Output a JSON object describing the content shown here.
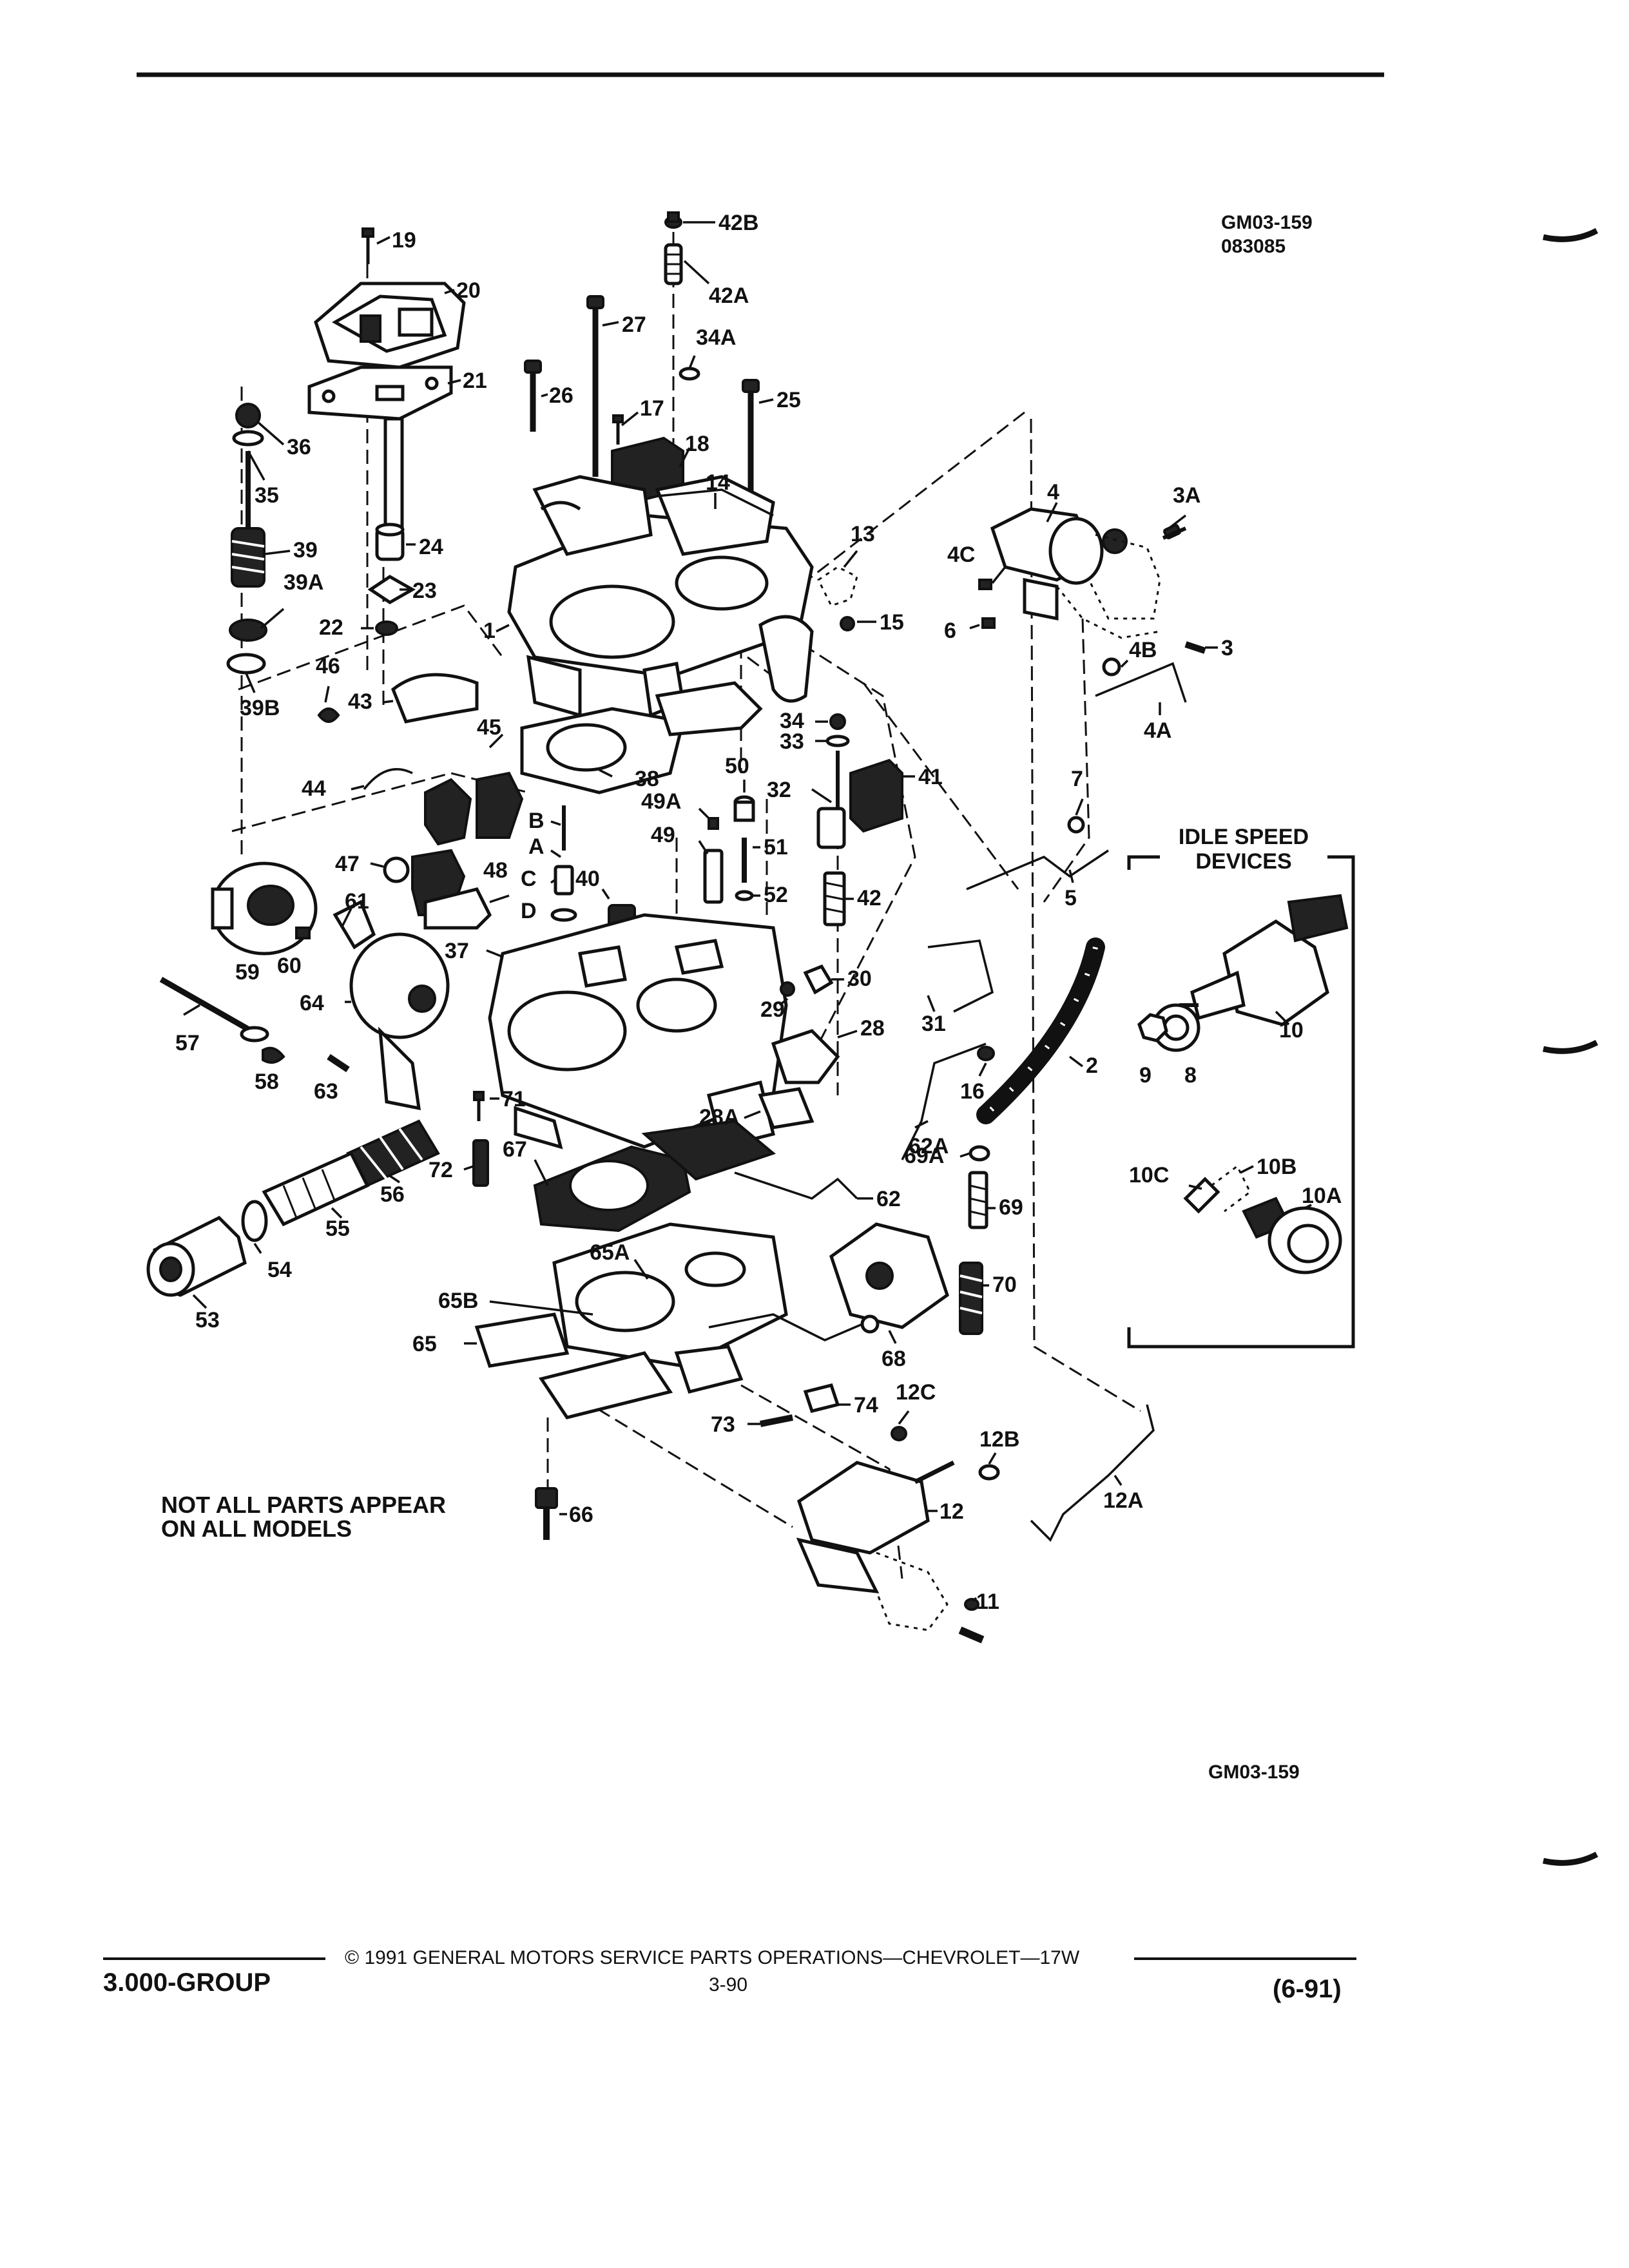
{
  "header": {
    "figure_code": "GM03-159",
    "figure_date": "083085"
  },
  "idle_box": {
    "title_line1": "IDLE SPEED",
    "title_line2": "DEVICES"
  },
  "note": {
    "line1": "NOT ALL PARTS APPEAR",
    "line2": "ON ALL MODELS"
  },
  "figure_code_bottom": "GM03-159",
  "footer": {
    "copyright": "© 1991 GENERAL MOTORS SERVICE PARTS OPERATIONS—CHEVROLET—17W",
    "group": "3.000-GROUP",
    "page": "3-90",
    "date": "(6-91)"
  },
  "callouts": {
    "c19": "19",
    "c20": "20",
    "c21": "21",
    "c36": "36",
    "c35": "35",
    "c39": "39",
    "c39a": "39A",
    "c39b": "39B",
    "c24": "24",
    "c23": "23",
    "c22": "22",
    "c42b": "42B",
    "c42a": "42A",
    "c27": "27",
    "c34a": "34A",
    "c26": "26",
    "c17": "17",
    "c25": "25",
    "c18": "18",
    "c14": "14",
    "c13": "13",
    "c1": "1",
    "c15": "15",
    "c4": "4",
    "c3a": "3A",
    "c4c": "4C",
    "c6": "6",
    "c4b": "4B",
    "c3": "3",
    "c4a": "4A",
    "c46": "46",
    "c43": "43",
    "c45": "45",
    "c34": "34",
    "c33": "33",
    "c44": "44",
    "c38": "38",
    "c50": "50",
    "c32": "32",
    "c41": "41",
    "c49a": "49A",
    "cB": "B",
    "cA": "A",
    "c49": "49",
    "c51": "51",
    "c7": "7",
    "c5": "5",
    "c47": "47",
    "c48": "48",
    "cC": "C",
    "c40": "40",
    "c52": "52",
    "c42": "42",
    "cD": "D",
    "c61": "61",
    "c59": "59",
    "c60": "60",
    "c37": "37",
    "c30": "30",
    "c29": "29",
    "c64": "64",
    "c57": "57",
    "c58": "58",
    "c63": "63",
    "c31": "31",
    "c28": "28",
    "c16": "16",
    "c2": "2",
    "c10": "10",
    "c9": "9",
    "c8": "8",
    "c71": "71",
    "c28a": "28A",
    "c62a": "62A",
    "c69a": "69A",
    "c72": "72",
    "c67": "67",
    "c56": "56",
    "c62": "62",
    "c69": "69",
    "c10c": "10C",
    "c10b": "10B",
    "c10a": "10A",
    "c55": "55",
    "c54": "54",
    "c53": "53",
    "c65a": "65A",
    "c70": "70",
    "c65b": "65B",
    "c65": "65",
    "c68": "68",
    "c12c": "12C",
    "c74": "74",
    "c73": "73",
    "c12b": "12B",
    "c12a": "12A",
    "c12": "12",
    "c66": "66",
    "c11": "11"
  }
}
